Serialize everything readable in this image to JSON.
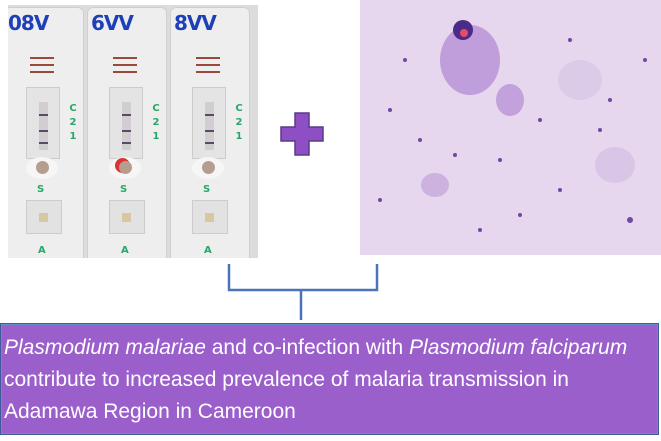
{
  "rdt_photo": {
    "cassettes": [
      {
        "label": "08V",
        "line_labels": [
          "C",
          "2",
          "1"
        ],
        "sample_label": "S",
        "buffer_label": "A"
      },
      {
        "label": "6VV",
        "line_labels": [
          "C",
          "2",
          "1"
        ],
        "sample_label": "S",
        "buffer_label": "A"
      },
      {
        "label": "8VV",
        "line_labels": [
          "C",
          "2",
          "1"
        ],
        "sample_label": "S",
        "buffer_label": "A"
      }
    ]
  },
  "conclusion": {
    "species1": "Plasmodium malariae",
    "text1": " and co-infection with ",
    "species2": "Plasmodium falciparum",
    "text2": " contribute to increased prevalence of malaria transmission in Adamawa Region in Cameroon"
  },
  "colors": {
    "accent": "#9b5fcc",
    "border": "#3d5a99",
    "bracket": "#4a73b8",
    "plus": "#8e4fc4"
  }
}
